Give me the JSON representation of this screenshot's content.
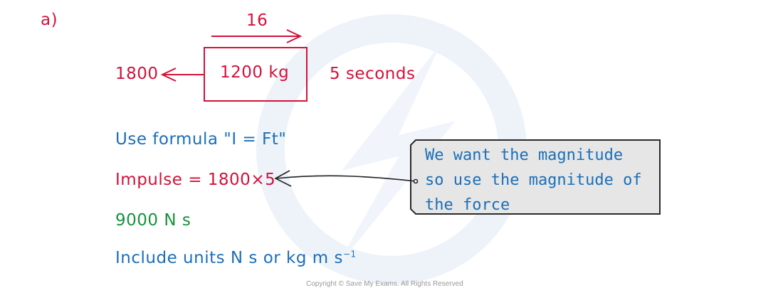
{
  "part_label": "a)",
  "diagram": {
    "velocity_label": "16",
    "force_label": "1800",
    "mass_label": "1200 kg",
    "time_label": "5 seconds"
  },
  "working": {
    "line1": "Use formula \"I = Ft\"",
    "line2": "Impulse = 1800×5",
    "line3": "9000 N s",
    "line4_prefix": "Include units N s or kg m s",
    "line4_sup": "−1"
  },
  "note": {
    "lines": [
      "We want the magnitude",
      "so use the magnitude of",
      "the force"
    ]
  },
  "colors": {
    "red": "#d4113a",
    "blue": "#1b6fb8",
    "green": "#17923d",
    "note_bg": "#e6e6e6"
  },
  "copyright": "Copyright © Save My Exams. All Rights Reserved"
}
